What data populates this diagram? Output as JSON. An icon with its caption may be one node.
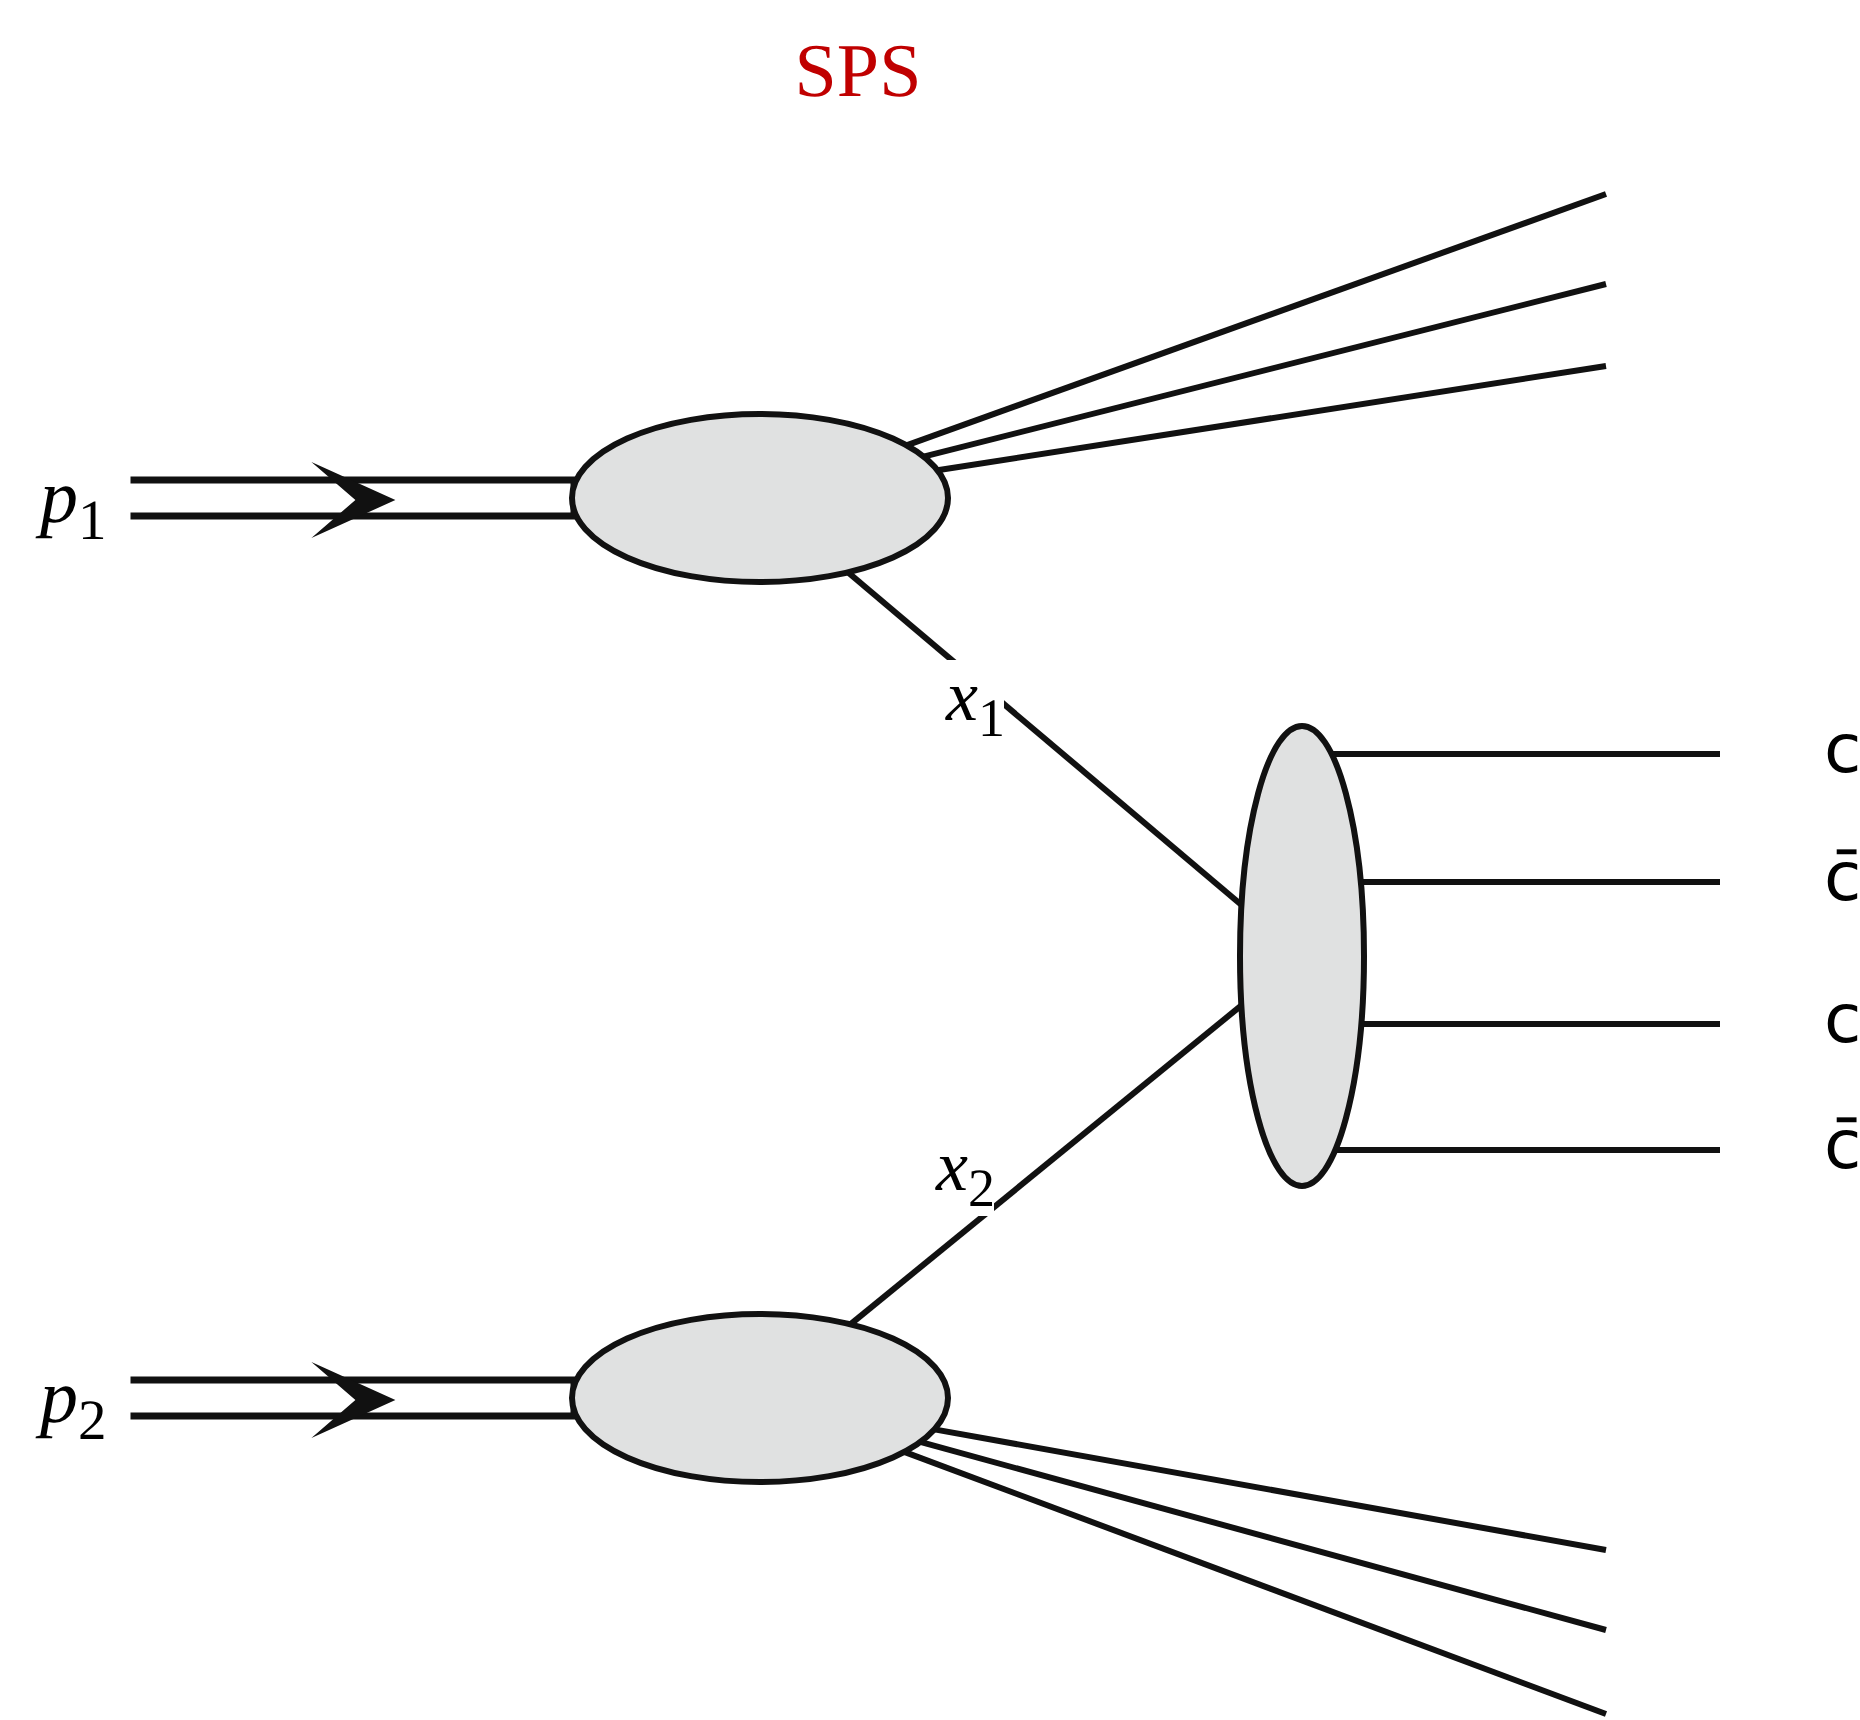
{
  "diagram": {
    "title": "SPS",
    "nodes": [
      {
        "text": [
          "*p*$_{1}$"
        ]
      },
      {
        "text": [],
        "shape": "ellipse"
      },
      {
        "text": [
          "*p*$_{2}$"
        ]
      },
      {
        "text": [],
        "shape": "ellipse"
      },
      {
        "text": [],
        "shape": "ellipse"
      },
      {
        "text": [
          "c"
        ]
      },
      {
        "text": [
          "c̄"
        ]
      },
      {
        "text": [
          "c"
        ]
      },
      {
        "text": [
          "c̄"
        ]
      }
    ],
    "edges": [
      {
        "from": 0,
        "to": 1,
        "arrow": "to"
      },
      {
        "from": 1,
        "to": null,
        "arrow": "none"
      },
      {
        "from": 1,
        "to": null,
        "arrow": "none"
      },
      {
        "from": 1,
        "to": null,
        "arrow": "none"
      },
      {
        "from": 1,
        "to": 4,
        "arrow": "none",
        "label": "*x*$_{1}$"
      },
      {
        "from": 2,
        "to": 3,
        "arrow": "to"
      },
      {
        "from": 3,
        "to": 4,
        "arrow": "none",
        "label": "*x*$_{2}$"
      },
      {
        "from": 3,
        "to": null,
        "arrow": "none"
      },
      {
        "from": 3,
        "to": null,
        "arrow": "none"
      },
      {
        "from": 3,
        "to": null,
        "arrow": "none"
      },
      {
        "from": 4,
        "to": 5,
        "arrow": "none"
      },
      {
        "from": 4,
        "to": 6,
        "arrow": "none"
      },
      {
        "from": 4,
        "to": 7,
        "arrow": "none"
      },
      {
        "from": 4,
        "to": 8,
        "arrow": "none"
      }
    ]
  }
}
